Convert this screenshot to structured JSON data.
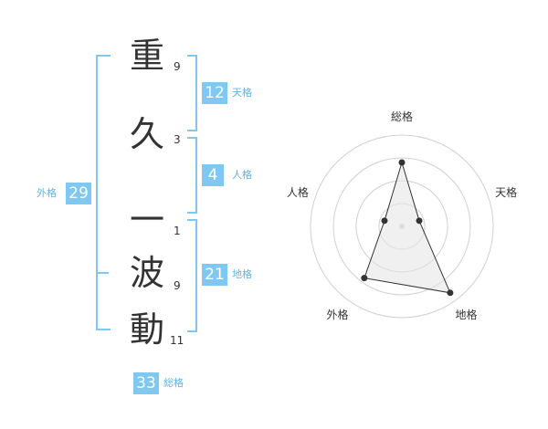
{
  "characters": [
    {
      "char": "重",
      "strokes": "9"
    },
    {
      "char": "久",
      "strokes": "3"
    },
    {
      "char": "一",
      "strokes": "1"
    },
    {
      "char": "波",
      "strokes": "9"
    },
    {
      "char": "動",
      "strokes": "11"
    }
  ],
  "fortunes": {
    "tenkaku": {
      "value": "12",
      "label": "天格"
    },
    "jinkaku": {
      "value": "4",
      "label": "人格"
    },
    "chikaku": {
      "value": "21",
      "label": "地格"
    },
    "gaikaku": {
      "value": "29",
      "label": "外格"
    },
    "soukaku": {
      "value": "33",
      "label": "総格"
    }
  },
  "chart_data": {
    "type": "radar",
    "axes": [
      "総格",
      "天格",
      "地格",
      "外格",
      "人格"
    ],
    "values": [
      0.7,
      0.2,
      0.9,
      0.7,
      0.2
    ],
    "range": [
      0,
      1
    ],
    "rings": 4,
    "grid": true
  },
  "colors": {
    "accent": "#7ec8f2",
    "text": "#333333",
    "label": "#5fb3e8"
  }
}
